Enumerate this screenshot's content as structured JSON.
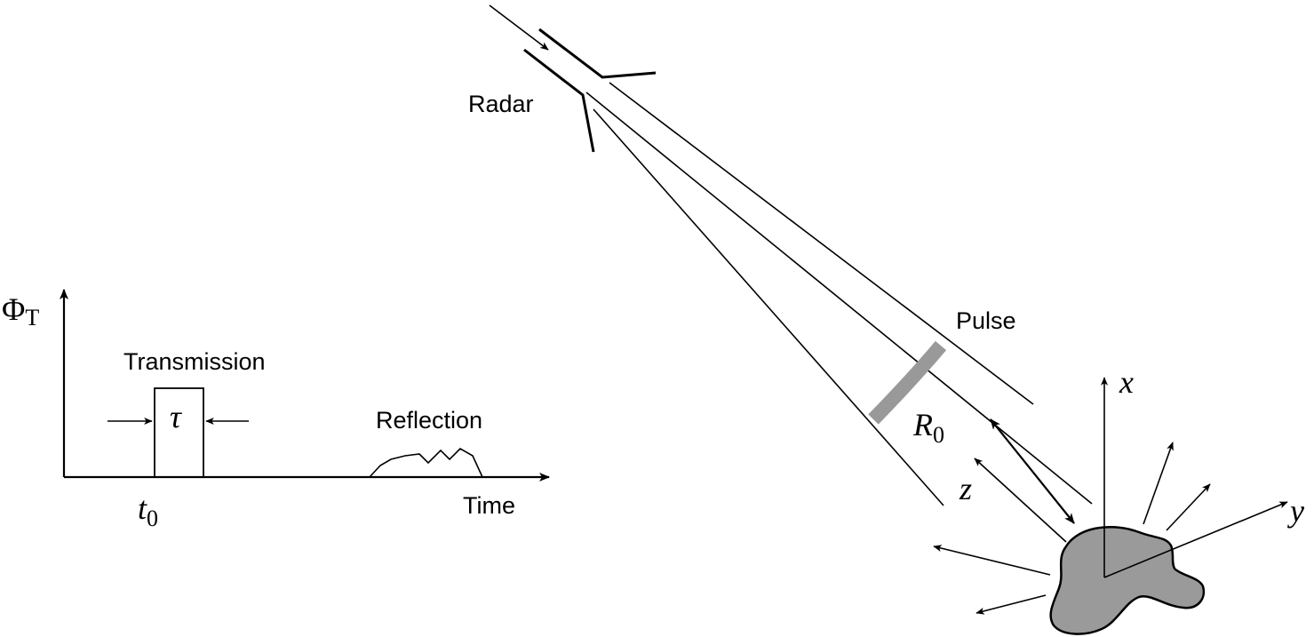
{
  "labels": {
    "radar": "Radar",
    "pulse": "Pulse",
    "transmission": "Transmission",
    "reflection": "Reflection",
    "time": "Time",
    "tau": "τ",
    "t0_main": "t",
    "t0_sub": "0",
    "phi_main": "Φ",
    "phi_sub": "T",
    "r0_main": "R",
    "r0_sub": "0",
    "axis_x": "x",
    "axis_y": "y",
    "axis_z": "z"
  },
  "colors": {
    "ink": "#000000",
    "pulse_band": "#999999",
    "target_fill": "#9a9a9a",
    "background": "#ffffff"
  }
}
